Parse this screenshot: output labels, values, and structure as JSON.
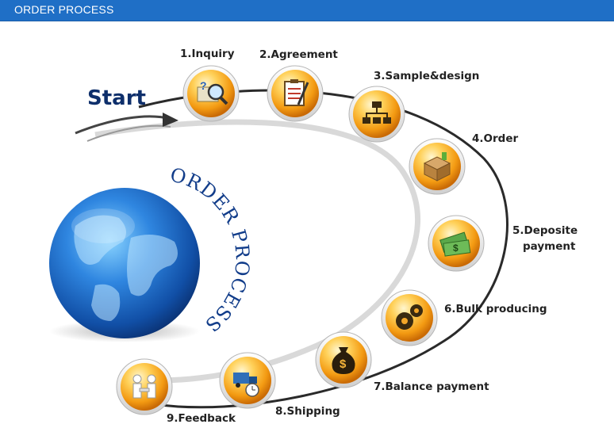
{
  "header": {
    "title": "ORDER PROCESS"
  },
  "start": "Start",
  "globe_text": "ORDER PROCESS",
  "steps": [
    {
      "label": "1.Inquiry",
      "icon": "magnifier-map-icon"
    },
    {
      "label": "2.Agreement",
      "icon": "clipboard-pen-icon"
    },
    {
      "label": "3.Sample&design",
      "icon": "flowchart-icon"
    },
    {
      "label": "4.Order",
      "icon": "box-icon"
    },
    {
      "label": [
        "5.Deposite",
        "payment"
      ],
      "icon": "money-icon"
    },
    {
      "label": "6.Bulk producing",
      "icon": "gears-icon"
    },
    {
      "label": "7.Balance payment",
      "icon": "money-bag-icon"
    },
    {
      "label": "8.Shipping",
      "icon": "truck-clock-icon"
    },
    {
      "label": "9.Feedback",
      "icon": "handshake-icon"
    }
  ],
  "colors": {
    "header": "#1f6fc6",
    "orb": "#f7a21b",
    "globe": "#1f6bd0",
    "text_dark_blue": "#0e2f6b"
  }
}
